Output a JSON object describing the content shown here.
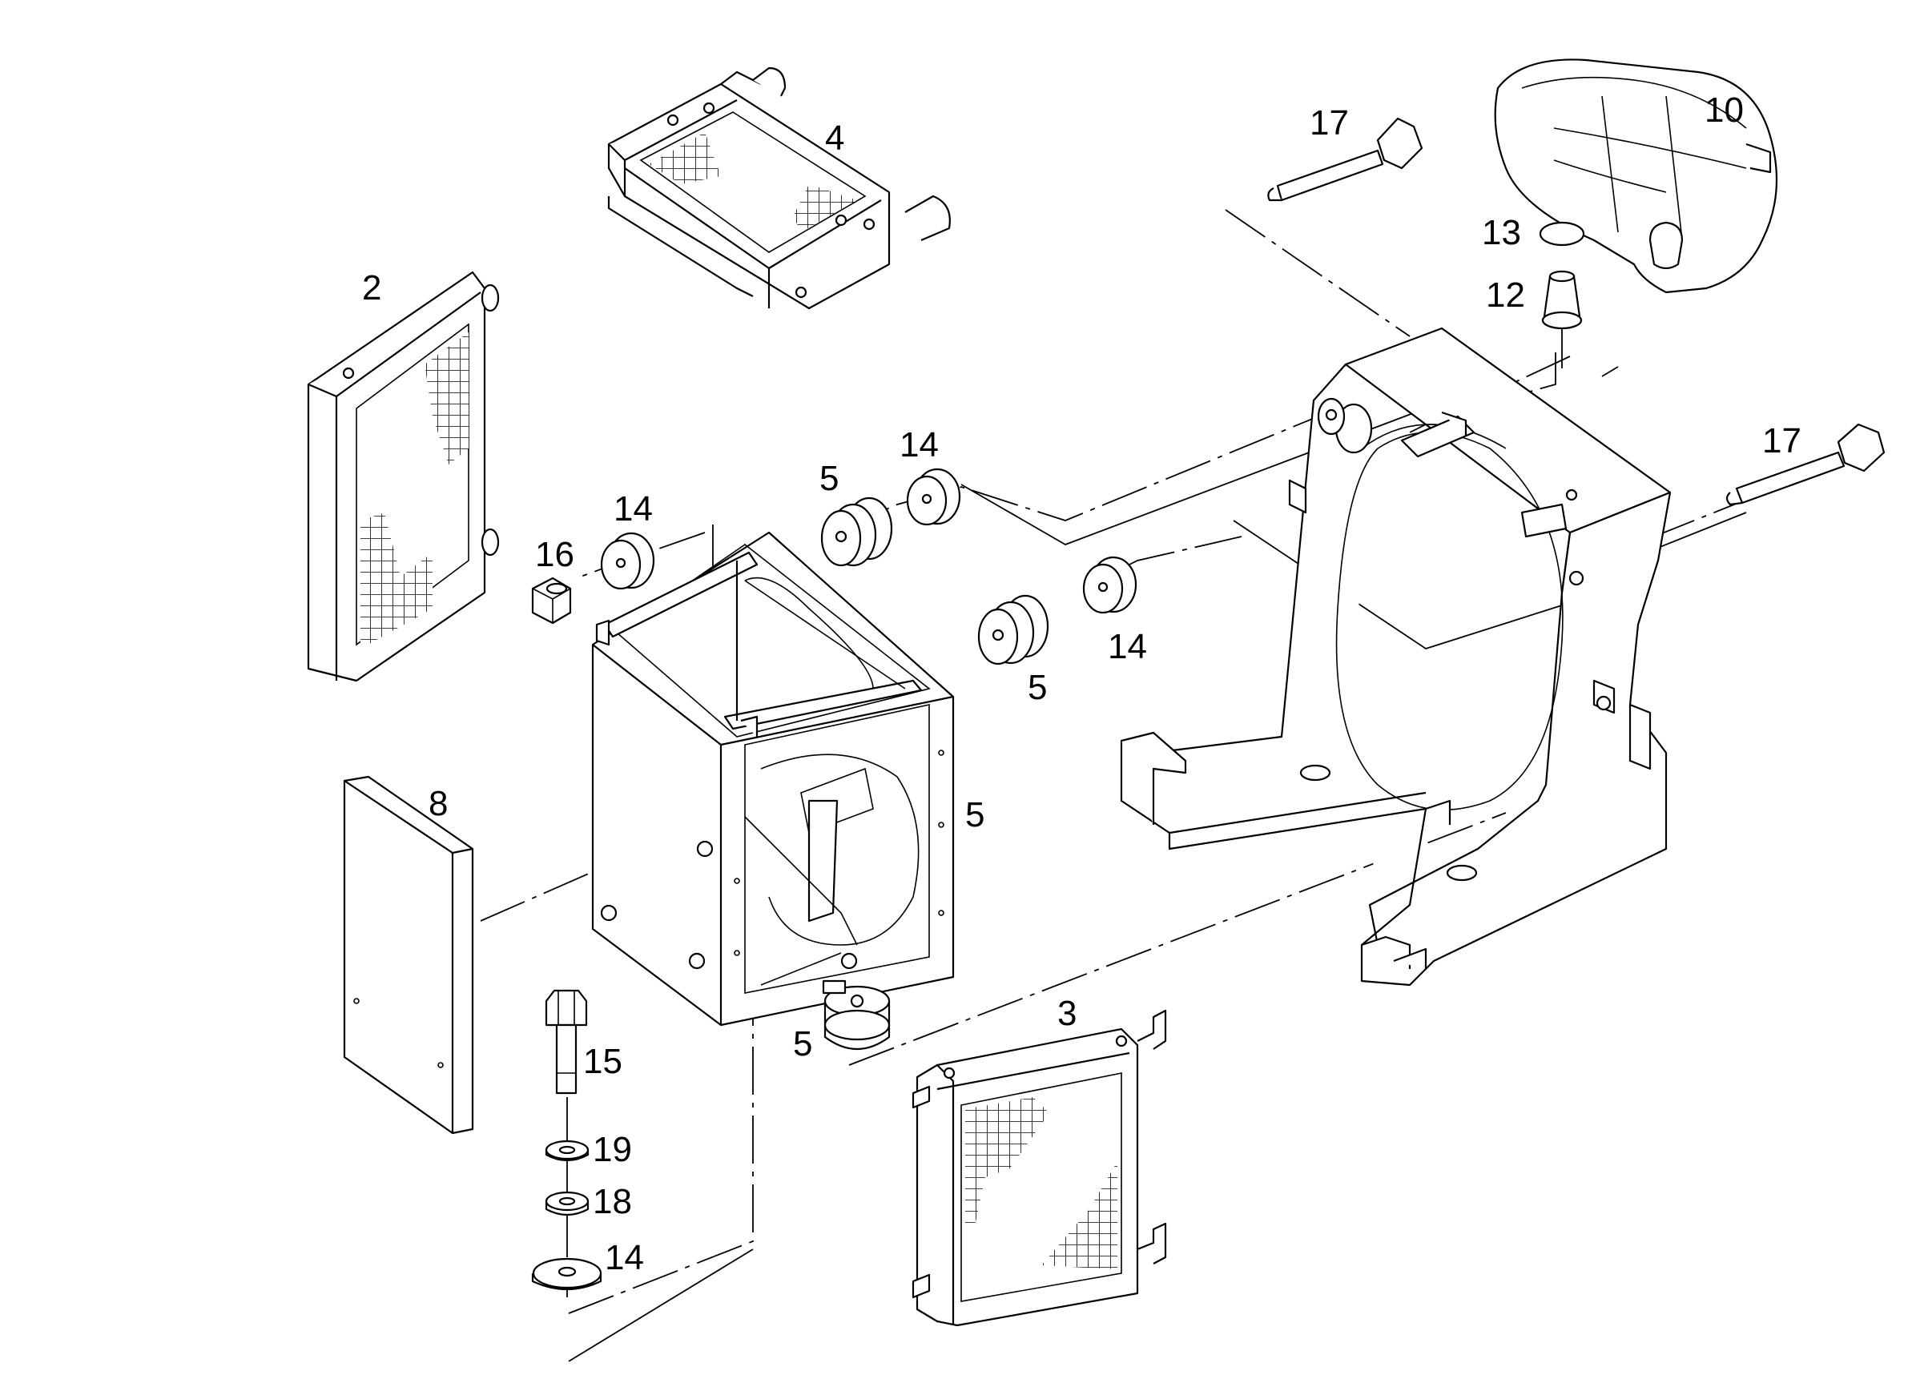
{
  "labels": {
    "p2": "2",
    "p3": "3",
    "p4": "4",
    "p5a": "5",
    "p5b": "5",
    "p5c": "5",
    "p5d": "5",
    "p8": "8",
    "p10": "10",
    "p12": "12",
    "p13": "13",
    "p14a": "14",
    "p14b": "14",
    "p14c": "14",
    "p14d": "14",
    "p15": "15",
    "p16": "16",
    "p17a": "17",
    "p17b": "17",
    "p18": "18",
    "p19": "19"
  },
  "colors": {
    "line": "#000000",
    "background": "#ffffff",
    "shade": "#ececec"
  }
}
